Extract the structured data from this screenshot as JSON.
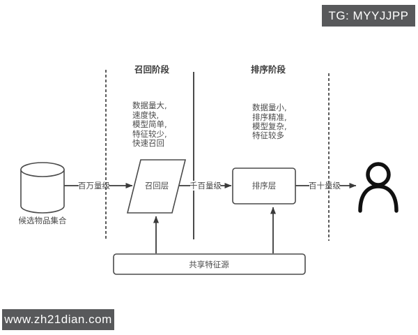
{
  "watermarks": {
    "telegram": "TG: MYYJJPP",
    "website": "www.zh21dian.com"
  },
  "diagram": {
    "stages": {
      "recall": {
        "title": "召回阶段",
        "notes": [
          "数据量大,",
          "速度快,",
          "模型简单,",
          "特征较少,",
          "快速召回"
        ]
      },
      "ranking": {
        "title": "排序阶段",
        "notes": [
          "数据量小,",
          "排序精准,",
          "模型复杂,",
          "特征较多"
        ]
      }
    },
    "nodes": {
      "candidate_db": "候选物品集合",
      "recall_layer": "召回层",
      "ranking_layer": "排序层",
      "shared_features": "共享特征源",
      "user_icon": "user-icon"
    },
    "edges": {
      "db_to_recall": "百万量级",
      "recall_to_ranking": "千百量级",
      "ranking_to_user": "百十量级"
    },
    "colors": {
      "line": "#4a4a4a",
      "person": "#111111",
      "badge_bg": "#58595b",
      "badge_text": "#ffffff",
      "background": "#ffffff"
    }
  }
}
